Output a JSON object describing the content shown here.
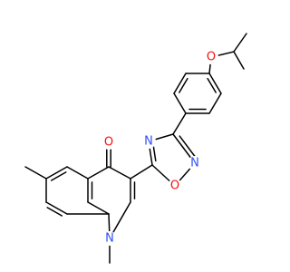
{
  "colors": {
    "bond": "#000000",
    "oxygen": "#ff0d0d",
    "nitrogen": "#3050f8"
  },
  "atoms": {
    "ketone_oxygen": "O",
    "ring_nitrogen_1": "N",
    "oxadiazole_nitrogen_top": "N",
    "oxadiazole_oxygen": "O",
    "oxadiazole_nitrogen_right": "N",
    "ether_oxygen": "O"
  }
}
